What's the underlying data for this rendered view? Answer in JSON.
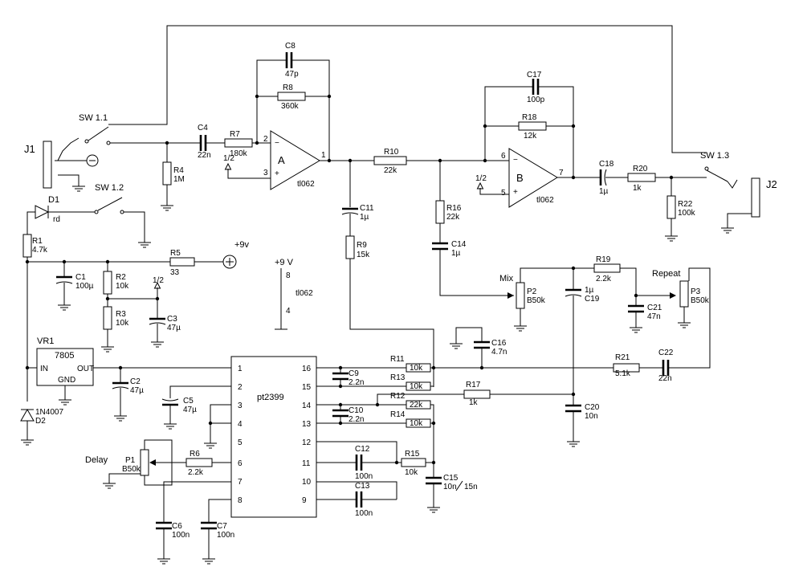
{
  "nets": {
    "pos9v_top": "+9v",
    "pos9v_ic": "+9 V",
    "half_a": "1/2",
    "half_b": "1/2",
    "half_r2": "1/2"
  },
  "jacks": {
    "j1": "J1",
    "j2": "J2"
  },
  "switches": {
    "sw11": "SW 1.1",
    "sw12": "SW 1.2",
    "sw13": "SW 1.3"
  },
  "opamp_a": {
    "label": "A",
    "part": "tl062",
    "pin_in_neg": "2",
    "pin_in_pos": "3",
    "pin_out": "1"
  },
  "opamp_b": {
    "label": "B",
    "part": "tl062",
    "pin_in_neg": "6",
    "pin_in_pos": "5",
    "pin_out": "7"
  },
  "ic_power": {
    "part": "tl062",
    "pin_vcc": "8",
    "pin_gnd": "4"
  },
  "components": {
    "c4": {
      "ref": "C4",
      "value": "22n"
    },
    "r7": {
      "ref": "R7",
      "value": "180k"
    },
    "r4": {
      "ref": "R4",
      "value": "1M"
    },
    "c8": {
      "ref": "C8",
      "value": "47p"
    },
    "r8": {
      "ref": "R8",
      "value": "360k"
    },
    "r10": {
      "ref": "R10",
      "value": "22k"
    },
    "c11": {
      "ref": "C11",
      "value": "1µ"
    },
    "r9": {
      "ref": "R9",
      "value": "15k"
    },
    "r16": {
      "ref": "R16",
      "value": "22k"
    },
    "c14": {
      "ref": "C14",
      "value": "1µ"
    },
    "c17": {
      "ref": "C17",
      "value": "100p"
    },
    "r18": {
      "ref": "R18",
      "value": "12k"
    },
    "c18": {
      "ref": "C18",
      "value": "1µ"
    },
    "r20": {
      "ref": "R20",
      "value": "1k"
    },
    "r22": {
      "ref": "R22",
      "value": "100k"
    },
    "d1": {
      "ref": "D1",
      "value": "rd"
    },
    "r1": {
      "ref": "R1",
      "value": "4.7k"
    },
    "c1": {
      "ref": "C1",
      "value": "100µ"
    },
    "r5": {
      "ref": "R5",
      "value": "33"
    },
    "r2": {
      "ref": "R2",
      "value": "10k"
    },
    "r3": {
      "ref": "R3",
      "value": "10k"
    },
    "c3": {
      "ref": "C3",
      "value": "47µ"
    },
    "p2": {
      "ref": "P2",
      "value": "B50k",
      "name": "Mix"
    },
    "r19": {
      "ref": "R19",
      "value": "2.2k"
    },
    "c19": {
      "ref": "C19",
      "value": "1µ"
    },
    "p3": {
      "ref": "P3",
      "value": "B50k",
      "name": "Repeat"
    },
    "c21": {
      "ref": "C21",
      "value": "47n"
    },
    "vr1": {
      "ref": "VR1",
      "value": "7805",
      "pin_in": "IN",
      "pin_out": "OUT",
      "pin_gnd": "GND"
    },
    "d2": {
      "ref": "D2",
      "value": "1N4007"
    },
    "c2": {
      "ref": "C2",
      "value": "47µ"
    },
    "c16": {
      "ref": "C16",
      "value": "4.7n"
    },
    "r11": {
      "ref": "R11",
      "value": "10k"
    },
    "c9": {
      "ref": "C9",
      "value": "2.2n"
    },
    "r13": {
      "ref": "R13",
      "value": "10k"
    },
    "r21": {
      "ref": "R21",
      "value": "5.1k"
    },
    "c22": {
      "ref": "C22",
      "value": "22n"
    },
    "r17": {
      "ref": "R17",
      "value": "1k"
    },
    "r12": {
      "ref": "R12",
      "value": "22k"
    },
    "c10": {
      "ref": "C10",
      "value": "2.2n"
    },
    "r14": {
      "ref": "R14",
      "value": "10k"
    },
    "c20": {
      "ref": "C20",
      "value": "10n"
    },
    "c5": {
      "ref": "C5",
      "value": "47µ"
    },
    "c12": {
      "ref": "C12",
      "value": "100n"
    },
    "r15": {
      "ref": "R15",
      "value": "10k"
    },
    "c15": {
      "ref": "C15",
      "value": "10n",
      "value_alt": "15n"
    },
    "c13": {
      "ref": "C13",
      "value": "100n"
    },
    "p1": {
      "ref": "P1",
      "value": "B50k",
      "name": "Delay"
    },
    "r6": {
      "ref": "R6",
      "value": "2.2k"
    },
    "c6": {
      "ref": "C6",
      "value": "100n"
    },
    "c7": {
      "ref": "C7",
      "value": "100n"
    }
  },
  "pt2399": {
    "part": "pt2399",
    "left_pins": [
      "1",
      "2",
      "3",
      "4",
      "5",
      "6",
      "7",
      "8"
    ],
    "right_pins": [
      "16",
      "15",
      "14",
      "13",
      "12",
      "11",
      "10",
      "9"
    ]
  }
}
